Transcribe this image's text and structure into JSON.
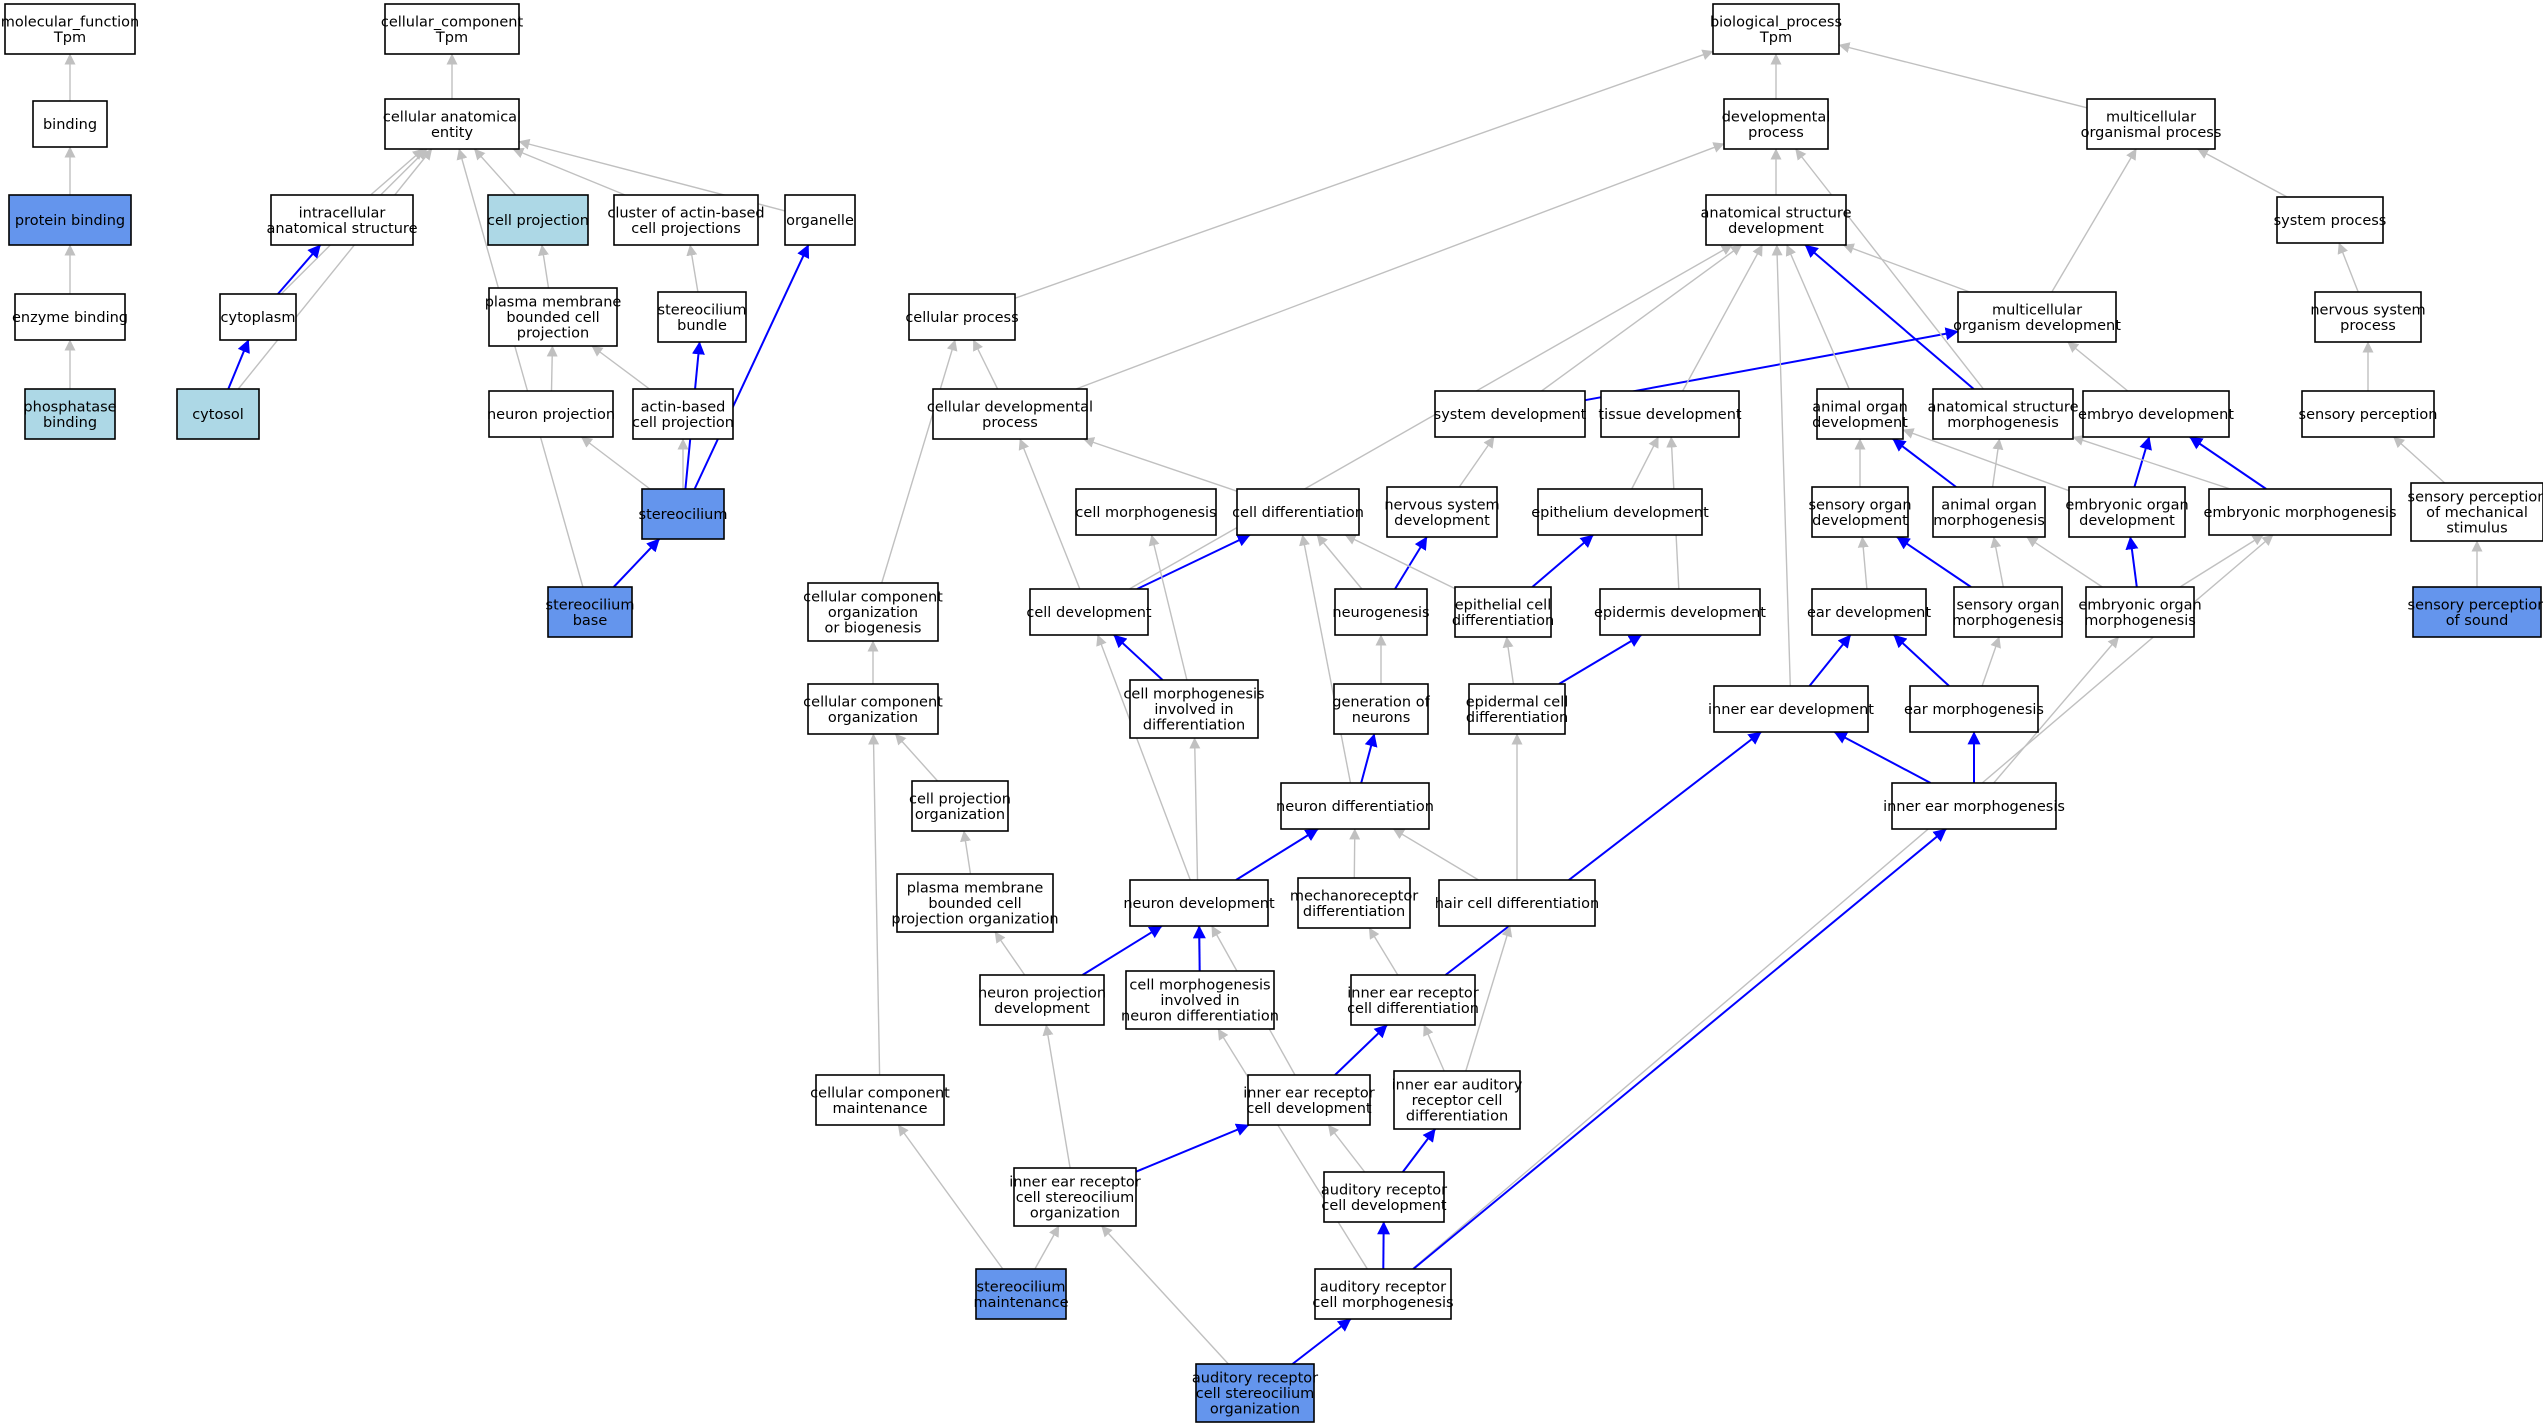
{
  "colors": {
    "highlight": "#6495ed",
    "annotated": "#add8e6",
    "plain": "#ffffff",
    "is_a_edge": "#c0c0c0",
    "part_of_edge": "#0000ff"
  },
  "nodes": [
    {
      "id": "mf",
      "lines": [
        "molecular_function",
        "Tpm"
      ],
      "fill": "plain"
    },
    {
      "id": "binding",
      "lines": [
        "binding"
      ],
      "fill": "plain"
    },
    {
      "id": "protein_binding",
      "lines": [
        "protein binding"
      ],
      "fill": "highlight"
    },
    {
      "id": "enzyme_binding",
      "lines": [
        "enzyme binding"
      ],
      "fill": "plain"
    },
    {
      "id": "phosphatase_binding",
      "lines": [
        "phosphatase",
        "binding"
      ],
      "fill": "annotated"
    },
    {
      "id": "cc",
      "lines": [
        "cellular_component",
        "Tpm"
      ],
      "fill": "plain"
    },
    {
      "id": "cae",
      "lines": [
        "cellular anatomical",
        "entity"
      ],
      "fill": "plain"
    },
    {
      "id": "ias",
      "lines": [
        "intracellular",
        "anatomical structure"
      ],
      "fill": "plain"
    },
    {
      "id": "cell_projection",
      "lines": [
        "cell projection"
      ],
      "fill": "annotated"
    },
    {
      "id": "cluster_actin",
      "lines": [
        "cluster of actin-based",
        "cell projections"
      ],
      "fill": "plain"
    },
    {
      "id": "organelle",
      "lines": [
        "organelle"
      ],
      "fill": "plain"
    },
    {
      "id": "cytoplasm",
      "lines": [
        "cytoplasm"
      ],
      "fill": "plain"
    },
    {
      "id": "pmbcp",
      "lines": [
        "plasma membrane",
        "bounded cell",
        "projection"
      ],
      "fill": "plain"
    },
    {
      "id": "stereocilium_bundle",
      "lines": [
        "stereocilium",
        "bundle"
      ],
      "fill": "plain"
    },
    {
      "id": "cytosol",
      "lines": [
        "cytosol"
      ],
      "fill": "annotated"
    },
    {
      "id": "neuron_projection",
      "lines": [
        "neuron projection"
      ],
      "fill": "plain"
    },
    {
      "id": "actin_based_cp",
      "lines": [
        "actin-based",
        "cell projection"
      ],
      "fill": "plain"
    },
    {
      "id": "stereocilium",
      "lines": [
        "stereocilium"
      ],
      "fill": "highlight"
    },
    {
      "id": "stereocilium_base",
      "lines": [
        "stereocilium",
        "base"
      ],
      "fill": "highlight"
    },
    {
      "id": "bp",
      "lines": [
        "biological_process",
        "Tpm"
      ],
      "fill": "plain"
    },
    {
      "id": "dev_process",
      "lines": [
        "developmental",
        "process"
      ],
      "fill": "plain"
    },
    {
      "id": "multi_proc",
      "lines": [
        "multicellular",
        "organismal process"
      ],
      "fill": "plain"
    },
    {
      "id": "asd",
      "lines": [
        "anatomical structure",
        "development"
      ],
      "fill": "plain"
    },
    {
      "id": "system_process",
      "lines": [
        "system process"
      ],
      "fill": "plain"
    },
    {
      "id": "cellular_process",
      "lines": [
        "cellular process"
      ],
      "fill": "plain"
    },
    {
      "id": "mod",
      "lines": [
        "multicellular",
        "organism development"
      ],
      "fill": "plain"
    },
    {
      "id": "nsp",
      "lines": [
        "nervous system",
        "process"
      ],
      "fill": "plain"
    },
    {
      "id": "cdp",
      "lines": [
        "cellular developmental",
        "process"
      ],
      "fill": "plain"
    },
    {
      "id": "system_dev",
      "lines": [
        "system development"
      ],
      "fill": "plain"
    },
    {
      "id": "tissue_dev",
      "lines": [
        "tissue development"
      ],
      "fill": "plain"
    },
    {
      "id": "animal_organ_dev",
      "lines": [
        "animal organ",
        "development"
      ],
      "fill": "plain"
    },
    {
      "id": "asm",
      "lines": [
        "anatomical structure",
        "morphogenesis"
      ],
      "fill": "plain"
    },
    {
      "id": "embryo_dev",
      "lines": [
        "embryo development"
      ],
      "fill": "plain"
    },
    {
      "id": "sensory_perception",
      "lines": [
        "sensory perception"
      ],
      "fill": "plain"
    },
    {
      "id": "cell_morph",
      "lines": [
        "cell morphogenesis"
      ],
      "fill": "plain"
    },
    {
      "id": "cell_diff",
      "lines": [
        "cell differentiation"
      ],
      "fill": "plain"
    },
    {
      "id": "nsd",
      "lines": [
        "nervous system",
        "development"
      ],
      "fill": "plain"
    },
    {
      "id": "epithelium_dev",
      "lines": [
        "epithelium development"
      ],
      "fill": "plain"
    },
    {
      "id": "sod",
      "lines": [
        "sensory organ",
        "development"
      ],
      "fill": "plain"
    },
    {
      "id": "aom",
      "lines": [
        "animal organ",
        "morphogenesis"
      ],
      "fill": "plain"
    },
    {
      "id": "eod",
      "lines": [
        "embryonic organ",
        "development"
      ],
      "fill": "plain"
    },
    {
      "id": "emorph",
      "lines": [
        "embryonic morphogenesis"
      ],
      "fill": "plain"
    },
    {
      "id": "spms",
      "lines": [
        "sensory perception",
        "of mechanical",
        "stimulus"
      ],
      "fill": "plain"
    },
    {
      "id": "ccob",
      "lines": [
        "cellular component",
        "organization",
        "or biogenesis"
      ],
      "fill": "plain"
    },
    {
      "id": "cell_dev",
      "lines": [
        "cell development"
      ],
      "fill": "plain"
    },
    {
      "id": "neurogenesis",
      "lines": [
        "neurogenesis"
      ],
      "fill": "plain"
    },
    {
      "id": "ecd",
      "lines": [
        "epithelial cell",
        "differentiation"
      ],
      "fill": "plain"
    },
    {
      "id": "epidermis_dev",
      "lines": [
        "epidermis development"
      ],
      "fill": "plain"
    },
    {
      "id": "ear_dev",
      "lines": [
        "ear development"
      ],
      "fill": "plain"
    },
    {
      "id": "som",
      "lines": [
        "sensory organ",
        "morphogenesis"
      ],
      "fill": "plain"
    },
    {
      "id": "eom",
      "lines": [
        "embryonic organ",
        "morphogenesis"
      ],
      "fill": "plain"
    },
    {
      "id": "sps",
      "lines": [
        "sensory perception",
        "of sound"
      ],
      "fill": "highlight"
    },
    {
      "id": "cco",
      "lines": [
        "cellular component",
        "organization"
      ],
      "fill": "plain"
    },
    {
      "id": "cmid",
      "lines": [
        "cell morphogenesis",
        "involved in",
        "differentiation"
      ],
      "fill": "plain"
    },
    {
      "id": "gon",
      "lines": [
        "generation of",
        "neurons"
      ],
      "fill": "plain"
    },
    {
      "id": "epidermal_cd",
      "lines": [
        "epidermal cell",
        "differentiation"
      ],
      "fill": "plain"
    },
    {
      "id": "ied",
      "lines": [
        "inner ear development"
      ],
      "fill": "plain"
    },
    {
      "id": "ear_morph",
      "lines": [
        "ear morphogenesis"
      ],
      "fill": "plain"
    },
    {
      "id": "cpo",
      "lines": [
        "cell projection",
        "organization"
      ],
      "fill": "plain"
    },
    {
      "id": "neuron_diff",
      "lines": [
        "neuron differentiation"
      ],
      "fill": "plain"
    },
    {
      "id": "iem",
      "lines": [
        "inner ear morphogenesis"
      ],
      "fill": "plain"
    },
    {
      "id": "pmbcpo",
      "lines": [
        "plasma membrane",
        "bounded cell",
        "projection organization"
      ],
      "fill": "plain"
    },
    {
      "id": "neuron_dev",
      "lines": [
        "neuron development"
      ],
      "fill": "plain"
    },
    {
      "id": "mechano_diff",
      "lines": [
        "mechanoreceptor",
        "differentiation"
      ],
      "fill": "plain"
    },
    {
      "id": "hair_cell_diff",
      "lines": [
        "hair cell differentiation"
      ],
      "fill": "plain"
    },
    {
      "id": "npd",
      "lines": [
        "neuron projection",
        "development"
      ],
      "fill": "plain"
    },
    {
      "id": "cmind",
      "lines": [
        "cell morphogenesis",
        "involved in",
        "neuron differentiation"
      ],
      "fill": "plain"
    },
    {
      "id": "iercd",
      "lines": [
        "inner ear receptor",
        "cell differentiation"
      ],
      "fill": "plain"
    },
    {
      "id": "ccm",
      "lines": [
        "cellular component",
        "maintenance"
      ],
      "fill": "plain"
    },
    {
      "id": "iercdev",
      "lines": [
        "inner ear receptor",
        "cell development"
      ],
      "fill": "plain"
    },
    {
      "id": "iearcd",
      "lines": [
        "inner ear auditory",
        "receptor cell",
        "differentiation"
      ],
      "fill": "plain"
    },
    {
      "id": "iercso",
      "lines": [
        "inner ear receptor",
        "cell stereocilium",
        "organization"
      ],
      "fill": "plain"
    },
    {
      "id": "arcd",
      "lines": [
        "auditory receptor",
        "cell development"
      ],
      "fill": "plain"
    },
    {
      "id": "stereocilium_maint",
      "lines": [
        "stereocilium",
        "maintenance"
      ],
      "fill": "highlight"
    },
    {
      "id": "arcm",
      "lines": [
        "auditory receptor",
        "cell morphogenesis"
      ],
      "fill": "plain"
    },
    {
      "id": "arcso",
      "lines": [
        "auditory receptor",
        "cell stereocilium",
        "organization"
      ],
      "fill": "highlight"
    }
  ],
  "edges": [
    {
      "from": "binding",
      "to": "mf",
      "type": "is_a"
    },
    {
      "from": "protein_binding",
      "to": "binding",
      "type": "is_a"
    },
    {
      "from": "enzyme_binding",
      "to": "protein_binding",
      "type": "is_a"
    },
    {
      "from": "phosphatase_binding",
      "to": "enzyme_binding",
      "type": "is_a"
    },
    {
      "from": "cae",
      "to": "cc",
      "type": "is_a"
    },
    {
      "from": "ias",
      "to": "cae",
      "type": "is_a"
    },
    {
      "from": "cell_projection",
      "to": "cae",
      "type": "is_a"
    },
    {
      "from": "cluster_actin",
      "to": "cae",
      "type": "is_a"
    },
    {
      "from": "organelle",
      "to": "cae",
      "type": "is_a"
    },
    {
      "from": "cytoplasm",
      "to": "cae",
      "type": "is_a"
    },
    {
      "from": "cytoplasm",
      "to": "ias",
      "type": "part_of"
    },
    {
      "from": "cytosol",
      "to": "cae",
      "type": "is_a"
    },
    {
      "from": "cytosol",
      "to": "cytoplasm",
      "type": "part_of"
    },
    {
      "from": "pmbcp",
      "to": "cell_projection",
      "type": "is_a"
    },
    {
      "from": "stereocilium_bundle",
      "to": "cluster_actin",
      "type": "is_a"
    },
    {
      "from": "neuron_projection",
      "to": "pmbcp",
      "type": "is_a"
    },
    {
      "from": "actin_based_cp",
      "to": "pmbcp",
      "type": "is_a"
    },
    {
      "from": "stereocilium",
      "to": "neuron_projection",
      "type": "is_a"
    },
    {
      "from": "stereocilium",
      "to": "actin_based_cp",
      "type": "is_a"
    },
    {
      "from": "stereocilium",
      "to": "stereocilium_bundle",
      "type": "part_of"
    },
    {
      "from": "stereocilium",
      "to": "organelle",
      "type": "part_of"
    },
    {
      "from": "stereocilium_base",
      "to": "cae",
      "type": "is_a"
    },
    {
      "from": "stereocilium_base",
      "to": "stereocilium",
      "type": "part_of"
    },
    {
      "from": "dev_process",
      "to": "bp",
      "type": "is_a"
    },
    {
      "from": "multi_proc",
      "to": "bp",
      "type": "is_a"
    },
    {
      "from": "cellular_process",
      "to": "bp",
      "type": "is_a"
    },
    {
      "from": "asd",
      "to": "dev_process",
      "type": "is_a"
    },
    {
      "from": "system_process",
      "to": "multi_proc",
      "type": "is_a"
    },
    {
      "from": "mod",
      "to": "multi_proc",
      "type": "is_a"
    },
    {
      "from": "mod",
      "to": "asd",
      "type": "is_a"
    },
    {
      "from": "nsp",
      "to": "system_process",
      "type": "is_a"
    },
    {
      "from": "cdp",
      "to": "cellular_process",
      "type": "is_a"
    },
    {
      "from": "cdp",
      "to": "dev_process",
      "type": "is_a"
    },
    {
      "from": "system_dev",
      "to": "asd",
      "type": "is_a"
    },
    {
      "from": "system_dev",
      "to": "mod",
      "type": "part_of"
    },
    {
      "from": "tissue_dev",
      "to": "asd",
      "type": "is_a"
    },
    {
      "from": "animal_organ_dev",
      "to": "asd",
      "type": "is_a"
    },
    {
      "from": "asm",
      "to": "dev_process",
      "type": "is_a"
    },
    {
      "from": "asm",
      "to": "asd",
      "type": "part_of"
    },
    {
      "from": "embryo_dev",
      "to": "mod",
      "type": "is_a"
    },
    {
      "from": "sensory_perception",
      "to": "nsp",
      "type": "is_a"
    },
    {
      "from": "cell_diff",
      "to": "cdp",
      "type": "is_a"
    },
    {
      "from": "nsd",
      "to": "system_dev",
      "type": "is_a"
    },
    {
      "from": "epithelium_dev",
      "to": "tissue_dev",
      "type": "is_a"
    },
    {
      "from": "sod",
      "to": "animal_organ_dev",
      "type": "is_a"
    },
    {
      "from": "aom",
      "to": "asm",
      "type": "is_a"
    },
    {
      "from": "aom",
      "to": "animal_organ_dev",
      "type": "part_of"
    },
    {
      "from": "eod",
      "to": "animal_organ_dev",
      "type": "is_a"
    },
    {
      "from": "eod",
      "to": "embryo_dev",
      "type": "part_of"
    },
    {
      "from": "emorph",
      "to": "asm",
      "type": "is_a"
    },
    {
      "from": "emorph",
      "to": "embryo_dev",
      "type": "part_of"
    },
    {
      "from": "spms",
      "to": "sensory_perception",
      "type": "is_a"
    },
    {
      "from": "ccob",
      "to": "cellular_process",
      "type": "is_a"
    },
    {
      "from": "cell_dev",
      "to": "asd",
      "type": "is_a"
    },
    {
      "from": "cell_dev",
      "to": "cdp",
      "type": "is_a"
    },
    {
      "from": "cell_dev",
      "to": "cell_diff",
      "type": "part_of"
    },
    {
      "from": "neurogenesis",
      "to": "cell_diff",
      "type": "is_a"
    },
    {
      "from": "neurogenesis",
      "to": "nsd",
      "type": "part_of"
    },
    {
      "from": "ecd",
      "to": "cell_diff",
      "type": "is_a"
    },
    {
      "from": "ecd",
      "to": "epithelium_dev",
      "type": "part_of"
    },
    {
      "from": "epidermis_dev",
      "to": "tissue_dev",
      "type": "is_a"
    },
    {
      "from": "ear_dev",
      "to": "sod",
      "type": "is_a"
    },
    {
      "from": "som",
      "to": "aom",
      "type": "is_a"
    },
    {
      "from": "som",
      "to": "sod",
      "type": "part_of"
    },
    {
      "from": "eom",
      "to": "aom",
      "type": "is_a"
    },
    {
      "from": "eom",
      "to": "emorph",
      "type": "is_a"
    },
    {
      "from": "eom",
      "to": "eod",
      "type": "part_of"
    },
    {
      "from": "sps",
      "to": "spms",
      "type": "is_a"
    },
    {
      "from": "cco",
      "to": "ccob",
      "type": "is_a"
    },
    {
      "from": "cmid",
      "to": "cell_morph",
      "type": "is_a"
    },
    {
      "from": "cmid",
      "to": "cell_dev",
      "type": "part_of"
    },
    {
      "from": "gon",
      "to": "neurogenesis",
      "type": "is_a"
    },
    {
      "from": "epidermal_cd",
      "to": "ecd",
      "type": "is_a"
    },
    {
      "from": "epidermal_cd",
      "to": "epidermis_dev",
      "type": "part_of"
    },
    {
      "from": "ied",
      "to": "asd",
      "type": "is_a"
    },
    {
      "from": "ied",
      "to": "ear_dev",
      "type": "part_of"
    },
    {
      "from": "ear_morph",
      "to": "som",
      "type": "is_a"
    },
    {
      "from": "ear_morph",
      "to": "ear_dev",
      "type": "part_of"
    },
    {
      "from": "cpo",
      "to": "cco",
      "type": "is_a"
    },
    {
      "from": "neuron_diff",
      "to": "cell_diff",
      "type": "is_a"
    },
    {
      "from": "neuron_diff",
      "to": "gon",
      "type": "part_of"
    },
    {
      "from": "iem",
      "to": "eom",
      "type": "is_a"
    },
    {
      "from": "iem",
      "to": "ied",
      "type": "part_of"
    },
    {
      "from": "iem",
      "to": "ear_morph",
      "type": "part_of"
    },
    {
      "from": "pmbcpo",
      "to": "cpo",
      "type": "is_a"
    },
    {
      "from": "neuron_dev",
      "to": "cell_dev",
      "type": "is_a"
    },
    {
      "from": "neuron_dev",
      "to": "neuron_diff",
      "type": "part_of"
    },
    {
      "from": "mechano_diff",
      "to": "neuron_diff",
      "type": "is_a"
    },
    {
      "from": "hair_cell_diff",
      "to": "neuron_diff",
      "type": "is_a"
    },
    {
      "from": "hair_cell_diff",
      "to": "epidermal_cd",
      "type": "is_a"
    },
    {
      "from": "npd",
      "to": "pmbcpo",
      "type": "is_a"
    },
    {
      "from": "npd",
      "to": "neuron_dev",
      "type": "part_of"
    },
    {
      "from": "cmind",
      "to": "cmid",
      "type": "is_a"
    },
    {
      "from": "cmind",
      "to": "neuron_dev",
      "type": "part_of"
    },
    {
      "from": "iercd",
      "to": "mechano_diff",
      "type": "is_a"
    },
    {
      "from": "iercd",
      "to": "ied",
      "type": "part_of"
    },
    {
      "from": "ccm",
      "to": "cco",
      "type": "is_a"
    },
    {
      "from": "iercdev",
      "to": "neuron_dev",
      "type": "is_a"
    },
    {
      "from": "iercdev",
      "to": "iercd",
      "type": "part_of"
    },
    {
      "from": "iearcd",
      "to": "iercd",
      "type": "is_a"
    },
    {
      "from": "iearcd",
      "to": "hair_cell_diff",
      "type": "is_a"
    },
    {
      "from": "iercso",
      "to": "npd",
      "type": "is_a"
    },
    {
      "from": "iercso",
      "to": "iercdev",
      "type": "part_of"
    },
    {
      "from": "arcd",
      "to": "iercdev",
      "type": "is_a"
    },
    {
      "from": "arcd",
      "to": "iearcd",
      "type": "part_of"
    },
    {
      "from": "stereocilium_maint",
      "to": "ccm",
      "type": "is_a"
    },
    {
      "from": "stereocilium_maint",
      "to": "iercso",
      "type": "is_a"
    },
    {
      "from": "arcm",
      "to": "cmind",
      "type": "is_a"
    },
    {
      "from": "arcm",
      "to": "emorph",
      "type": "is_a"
    },
    {
      "from": "arcm",
      "to": "iem",
      "type": "part_of"
    },
    {
      "from": "arcm",
      "to": "arcd",
      "type": "part_of"
    },
    {
      "from": "arcso",
      "to": "iercso",
      "type": "is_a"
    },
    {
      "from": "arcso",
      "to": "arcm",
      "type": "part_of"
    }
  ]
}
